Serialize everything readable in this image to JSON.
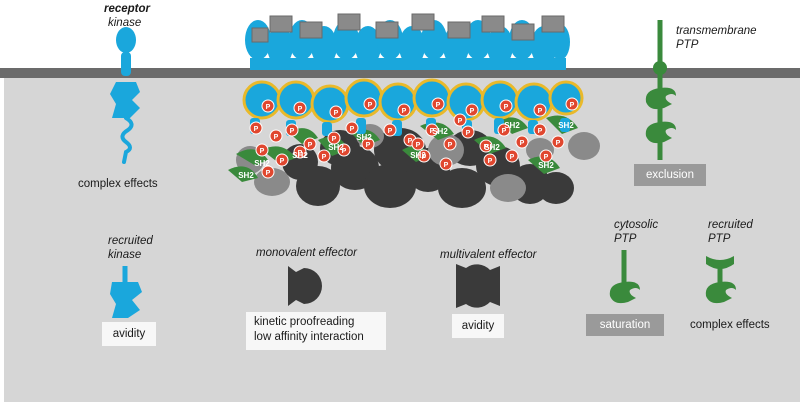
{
  "labels": {
    "receptor_kinase": [
      "receptor",
      "kinase"
    ],
    "complex_effects_left": "complex effects",
    "transmembrane_ptp": [
      "transmembrane",
      "PTP"
    ],
    "exclusion": "exclusion",
    "recruited_kinase": [
      "recruited",
      "kinase"
    ],
    "avidity_left": "avidity",
    "monovalent_effector": "monovalent effector",
    "kinetic_proofreading": [
      "kinetic proofreading",
      "low affinity interaction"
    ],
    "multivalent_effector": "multivalent effector",
    "avidity_mid": "avidity",
    "cytosolic_ptp": [
      "cytosolic",
      "PTP"
    ],
    "saturation": "saturation",
    "recruited_ptp": [
      "recruited",
      "PTP"
    ],
    "complex_effects_right": "complex effects"
  },
  "glyphs": {
    "phospho": "P",
    "sh2": "SH2"
  },
  "colors": {
    "kinase_blue": "#1aa7dc",
    "ptp_green": "#3a8a3c",
    "phospho_red": "#e0472f",
    "membrane": "#6b6b6b",
    "cytoplasm": "#d6d6d6",
    "gold": "#e9b92a",
    "effector_dark": "#3a3a3a",
    "effector_grey": "#888888"
  }
}
